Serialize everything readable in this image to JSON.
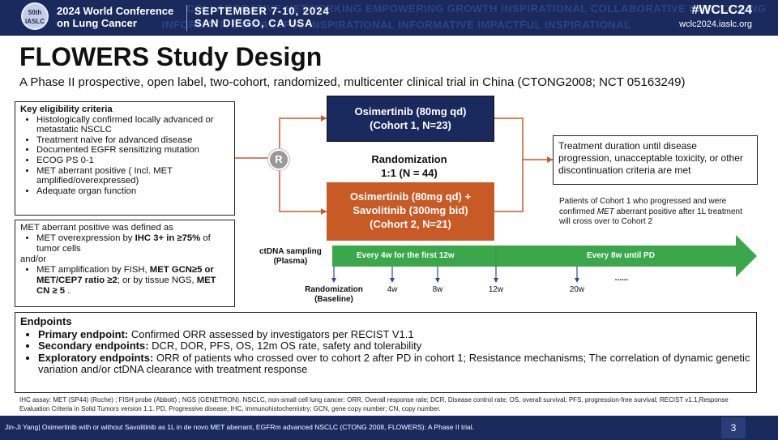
{
  "banner": {
    "logo_text": "50th IASLC",
    "conference_line1": "2024 World Conference",
    "conference_line2": "on Lung Cancer",
    "dates_line1": "SEPTEMBER 7-10, 2024",
    "dates_line2": "SAN DIEGO, CA USA",
    "hashtag": "#WCLC24",
    "website": "wclc2024.iaslc.org",
    "ghost_row1": "COLLABORATIVE NETWORKING EMPOWERING GROWTH INSPIRATIONAL COLLABORATIVE NETWORKING",
    "ghost_row2": "INFORMATIVE IMPACTFUL INSPIRATIONAL INFORMATIVE IMPACTFUL INSPIRATIONAL"
  },
  "title": "FLOWERS Study Design",
  "subtitle": "A Phase II prospective, open label, two-cohort, randomized, multicenter clinical trial in China (CTONG2008; NCT 05163249)",
  "eligibility": {
    "header": "Key eligibility criteria",
    "items": [
      "Histologically confirmed locally advanced or metastatic NSCLC",
      "Treatment naïve for advanced disease",
      "Documented EGFR sensitizing mutation",
      "ECOG PS 0-1",
      "MET aberrant positive ( Incl. MET amplified/overexpressed)",
      "Adequate organ function"
    ]
  },
  "met_definition": {
    "intro": "MET aberrant positive was defined as",
    "item1_pre": "MET overexpression by ",
    "item1_bold": "IHC 3+ in ≥75%",
    "item1_post": " of tumor cells",
    "andor": "and/or",
    "item2_pre": "MET amplification by FISH, ",
    "item2_bold1": "MET GCN≥5 or MET/CEP7 ratio ≥2",
    "item2_mid": "; or by tissue NGS, ",
    "item2_bold2": "MET CN ≥ 5",
    "item2_post": " ."
  },
  "randomization_symbol": "R",
  "cohort1": {
    "line1": "Osimertinib (80mg qd)",
    "line2": "(Cohort 1, N=23)"
  },
  "randomization": {
    "line1": "Randomization",
    "line2": "1:1  (N = 44)"
  },
  "cohort2": {
    "line1": "Osimertinib (80mg qd) +",
    "line2": "Savolitinib (300mg bid)",
    "line3": "(Cohort 2, N=21)"
  },
  "duration_text": "Treatment duration until disease progression, unacceptable toxicity, or other discontinuation criteria are met",
  "crossover": {
    "pre": "Patients of Cohort 1 who progressed and were confirmed ",
    "italic": "MET",
    "post": " aberrant positive after 1L treatment will cross over to Cohort 2"
  },
  "timeline": {
    "ctdna_line1": "ctDNA sampling",
    "ctdna_line2": "(Plasma)",
    "segment1": "Every 4w for the first 12w",
    "segment2": "Every 8w until PD",
    "baseline_line1": "Randomization",
    "baseline_line2": "(Baseline)",
    "tp_4w": "4w",
    "tp_8w": "8w",
    "tp_12w": "12w",
    "tp_20w": "20w",
    "ellipsis": "......"
  },
  "endpoints": {
    "header": "Endpoints",
    "primary_label": "Primary endpoint:",
    "primary_text": " Confirmed ORR assessed by investigators per RECIST V1.1",
    "secondary_label": "Secondary endpoints:",
    "secondary_text": " DCR, DOR, PFS, OS, 12m OS rate, safety and tolerability",
    "exploratory_label": "Exploratory endpoints:",
    "exploratory_text": " ORR of patients who crossed over to cohort 2 after PD in cohort 1; Resistance mechanisms; The correlation of dynamic genetic variation and/or ctDNA clearance with treatment response"
  },
  "footnote": "IHC assay: MET (SP44) (Roche) ;  FISH probe (Abbott) ;  NGS (GENETRON). NSCLC, non-small cell lung cancer; ORR, Overall response rate; DCR, Disease control rate; OS, overall survival; PFS, progression-free survival; RECIST v1.1,Response Evaluation Criteria in Solid Tumors version 1.1. PD, Progressive disease; IHC, immunohistochemistry; GCN, gene copy number; CN, copy number.",
  "footer": {
    "citation": "Jin-Ji Yang| Osimertinib with or without Savolitinib as 1L in de novo MET aberrant, EGFRm advanced NSCLC (CTONG 2008, FLOWERS): A Phase II trial.",
    "page_number": "3"
  },
  "colors": {
    "banner": "#1a2a5c",
    "cohort1": "#1b2a5e",
    "cohort2": "#c85a26",
    "arrow_green": "#3aa84a"
  },
  "icons": {
    "randomization": "R-circle",
    "timeline": "green-arrow"
  }
}
